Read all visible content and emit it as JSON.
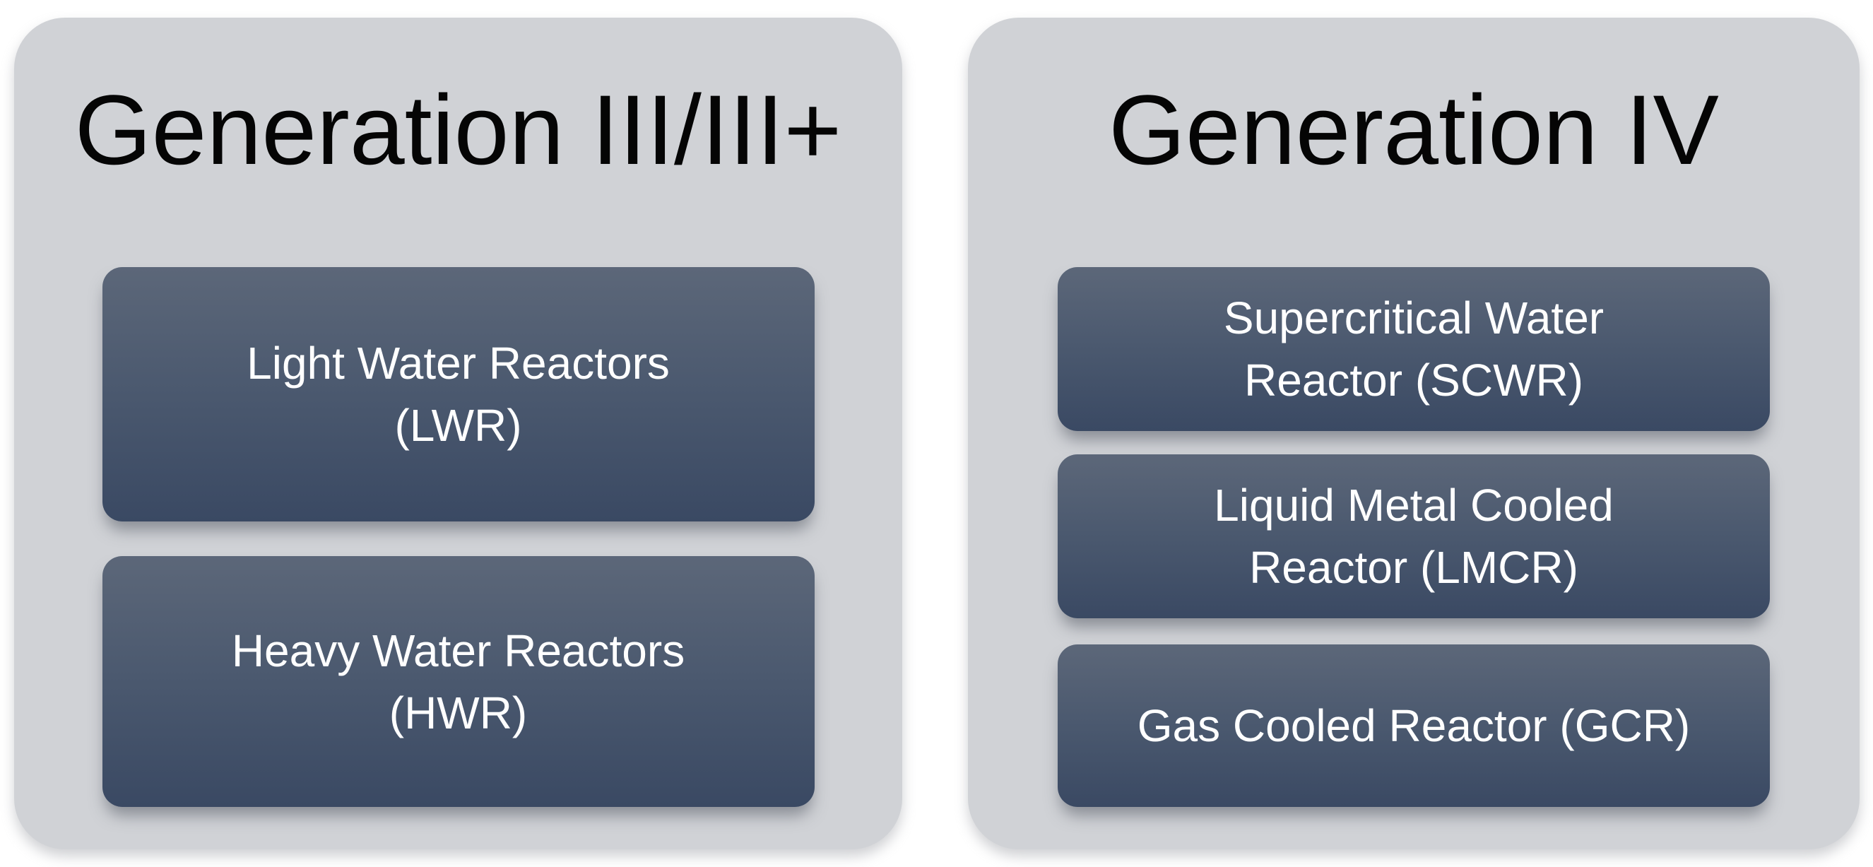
{
  "diagram": {
    "type": "two-panel reactor generations diagram",
    "panels": [
      {
        "title": "Generation III/III+",
        "boxes": [
          {
            "line1": "Light Water Reactors",
            "line2": "(LWR)"
          },
          {
            "line1": "Heavy Water Reactors",
            "line2": "(HWR)"
          }
        ]
      },
      {
        "title": "Generation IV",
        "boxes": [
          {
            "line1": "Supercritical Water",
            "line2": "Reactor (SCWR)"
          },
          {
            "line1": "Liquid Metal Cooled",
            "line2": "Reactor (LMCR)"
          },
          {
            "line1": "Gas Cooled Reactor (GCR)",
            "line2": ""
          }
        ]
      }
    ],
    "colors": {
      "page_background": "#FFFFFF",
      "panel_background": "#D0D2D6",
      "box_gradient_top": "#5C6779",
      "box_gradient_bottom": "#3A4963",
      "box_text": "#FFFFFF",
      "title_text": "#050505"
    }
  }
}
